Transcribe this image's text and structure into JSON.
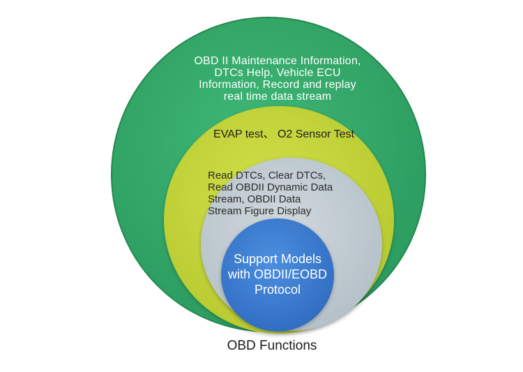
{
  "colors": {
    "outer_ring": "#35a86a",
    "outer_ring_edge": "#1f8a52",
    "evap_ring": "#c4d53a",
    "inner_ring": "#c3cdd3",
    "core": "#3f7fd0",
    "background": "#ffffff"
  },
  "rings": {
    "outer_text": "OBD II Maintenance Information,\nDTCs Help, Vehicle ECU\nInformation, Record and replay\nreal time data stream",
    "evap_text": "EVAP test、 O2 Sensor Test",
    "inner_text": "Read DTCs, Clear DTCs,\nRead OBDII Dynamic Data\nStream, OBDII Data\nStream Figure Display",
    "core_text": "Support Models\nwith OBDII/EOBD\nProtocol"
  },
  "caption": "OBD Functions"
}
